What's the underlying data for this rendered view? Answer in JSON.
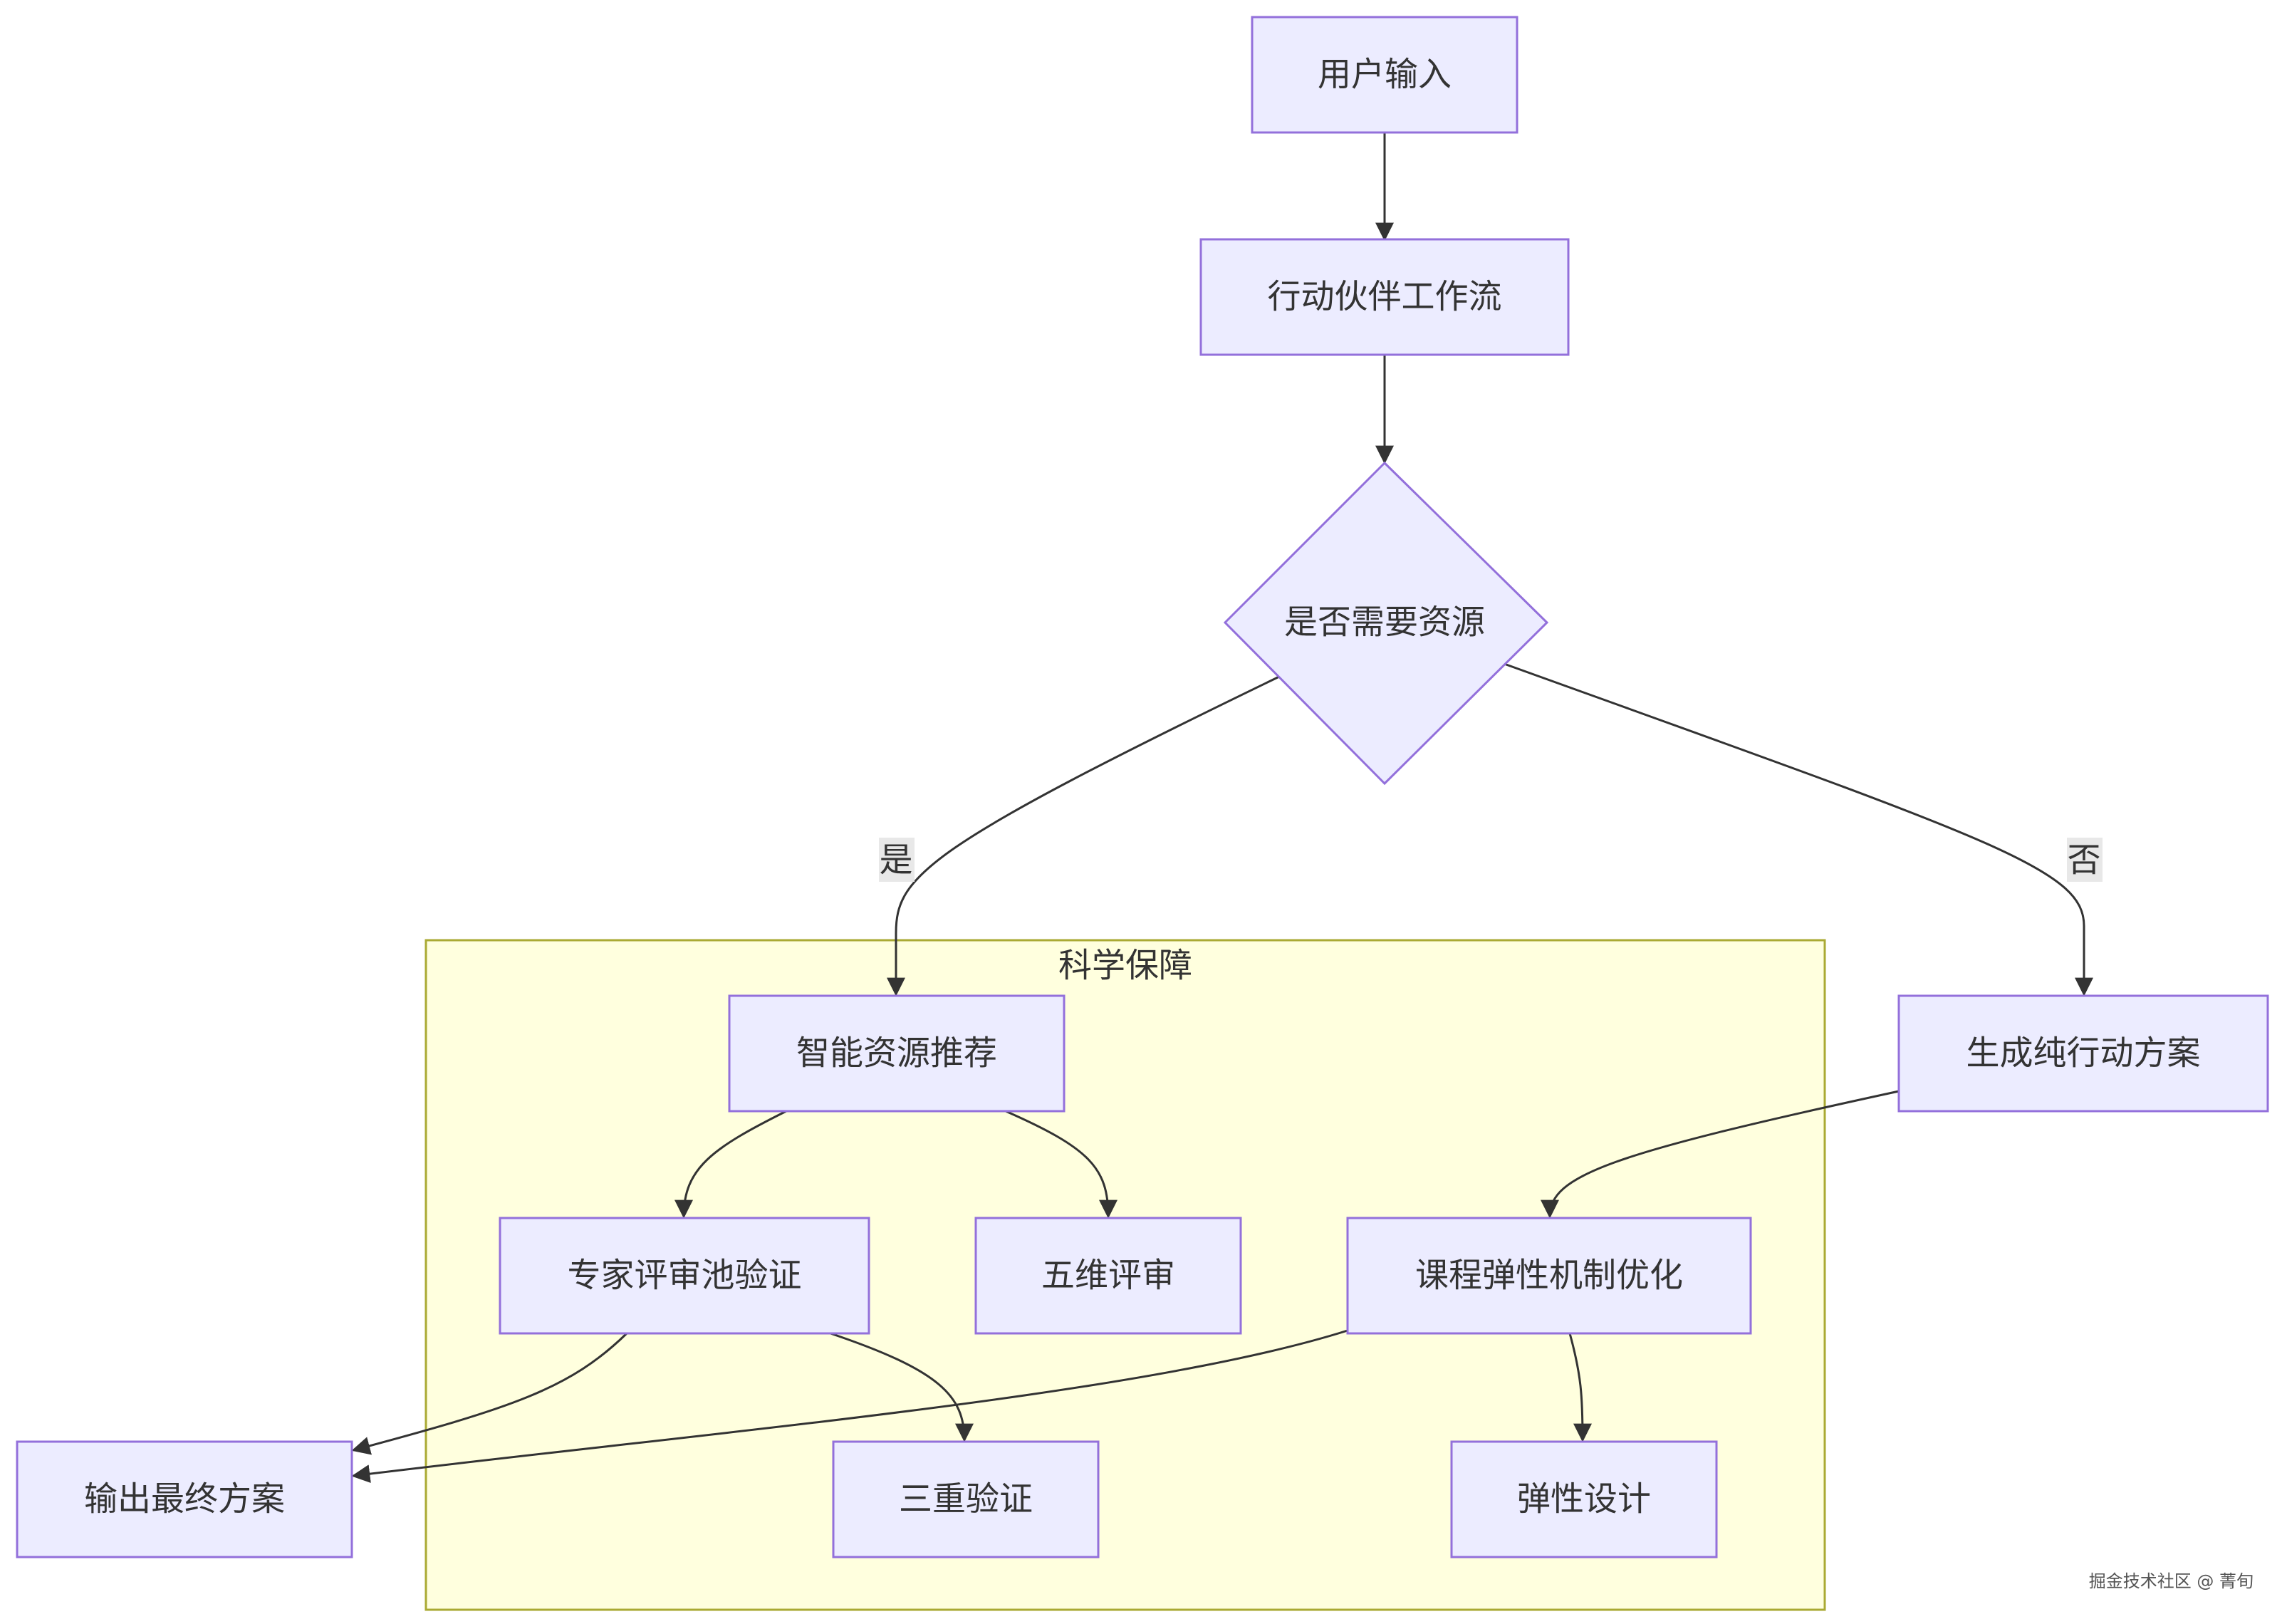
{
  "diagram": {
    "subgraph": {
      "label": "科学保障"
    },
    "nodes": {
      "user_input": {
        "label": "用户输入"
      },
      "workflow": {
        "label": "行动伙伴工作流"
      },
      "decision": {
        "label": "是否需要资源"
      },
      "recommend": {
        "label": "智能资源推荐"
      },
      "pure_plan": {
        "label": "生成纯行动方案"
      },
      "expert": {
        "label": "专家评审池验证"
      },
      "five_dim": {
        "label": "五维评审"
      },
      "course": {
        "label": "课程弹性机制优化"
      },
      "output": {
        "label": "输出最终方案"
      },
      "triple": {
        "label": "三重验证"
      },
      "elastic": {
        "label": "弹性设计"
      }
    },
    "edges": {
      "yes_label": "是",
      "no_label": "否"
    }
  },
  "watermark": "掘金技术社区 @ 菁旬",
  "colors": {
    "node_fill": "#ececff",
    "node_stroke": "#9370db",
    "subgraph_fill": "#ffffde",
    "subgraph_stroke": "#aaaa33",
    "edge": "#333333"
  }
}
